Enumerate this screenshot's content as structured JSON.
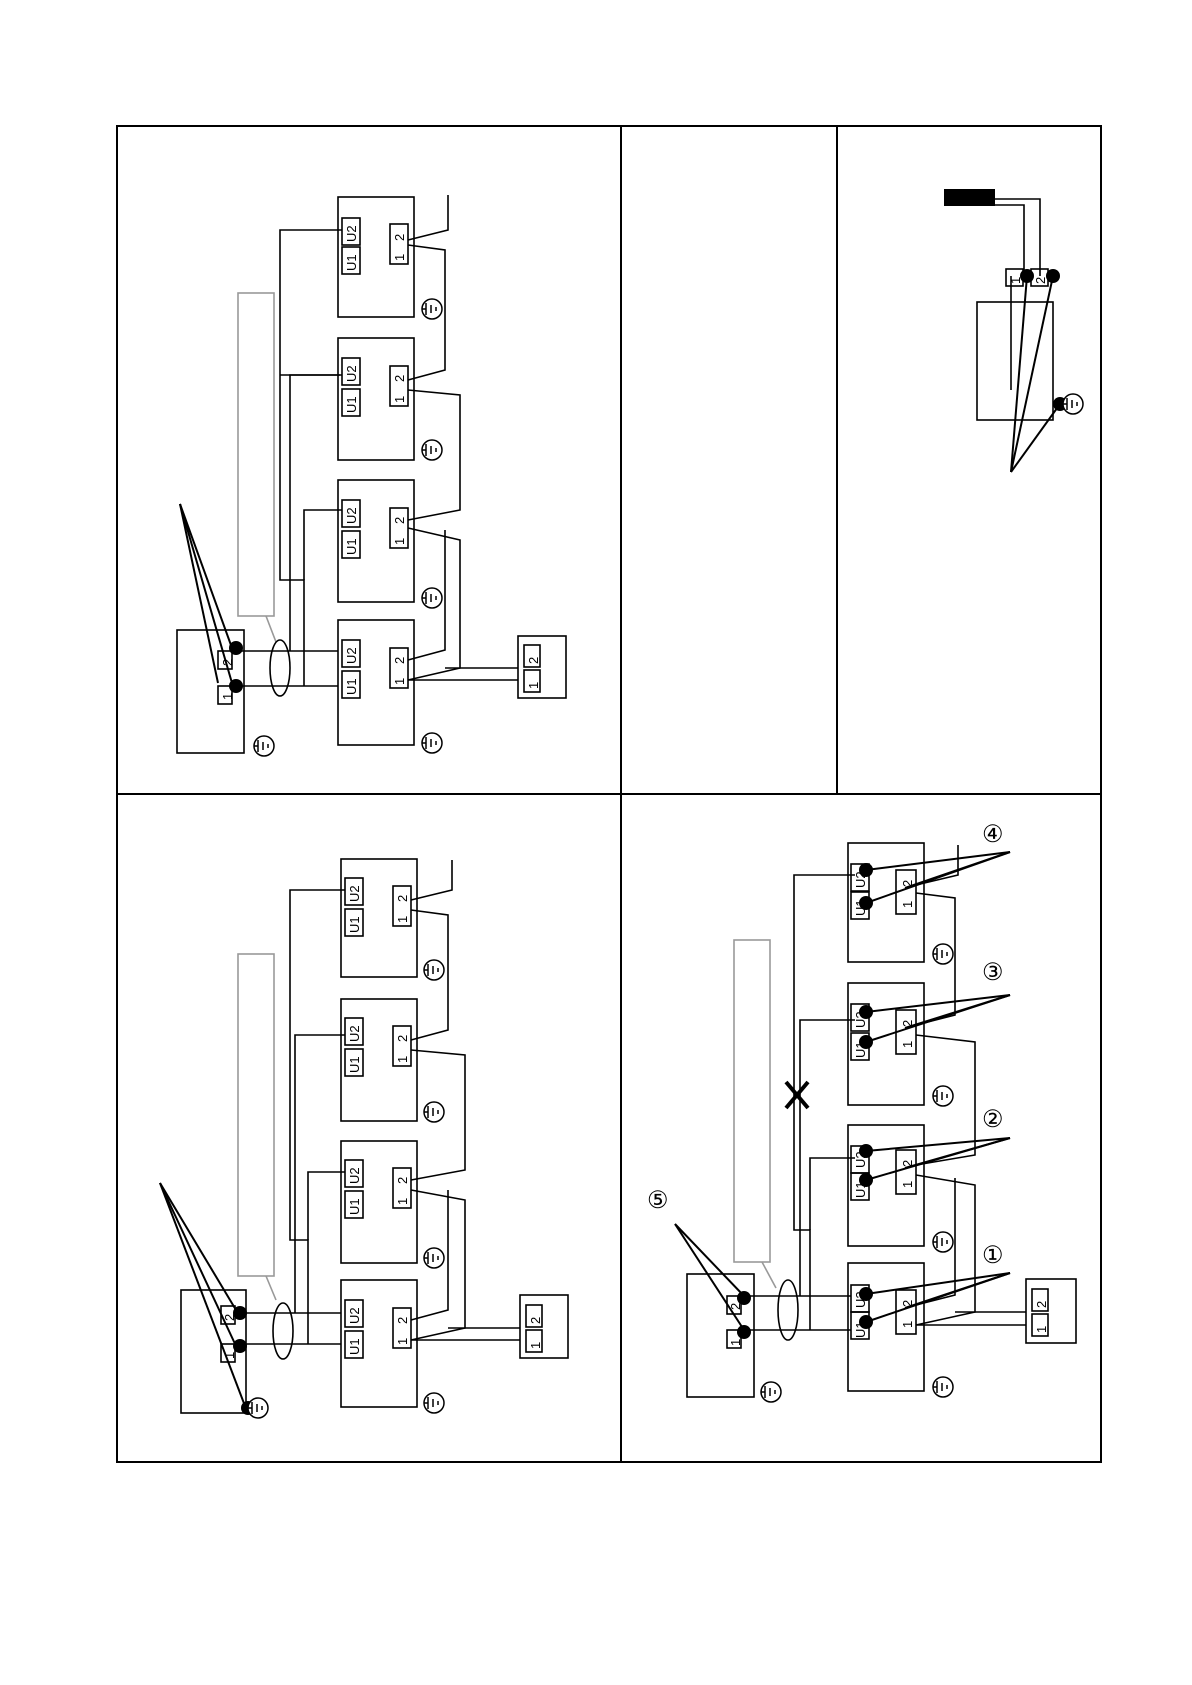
{
  "labels": {
    "u1": "U1",
    "u2": "U2",
    "t1": "1",
    "t2": "2"
  },
  "markers": {
    "m1": "①",
    "m2": "②",
    "m3": "③",
    "m4": "④",
    "m5": "⑤",
    "fault": "X"
  },
  "colors": {
    "line": "#000000",
    "dot": "#000000",
    "callout": "#999999",
    "background": "#ffffff"
  },
  "icons": {
    "ground": "ground-symbol",
    "fault_mark": "cross-mark",
    "sensor": "sensor-probe"
  }
}
